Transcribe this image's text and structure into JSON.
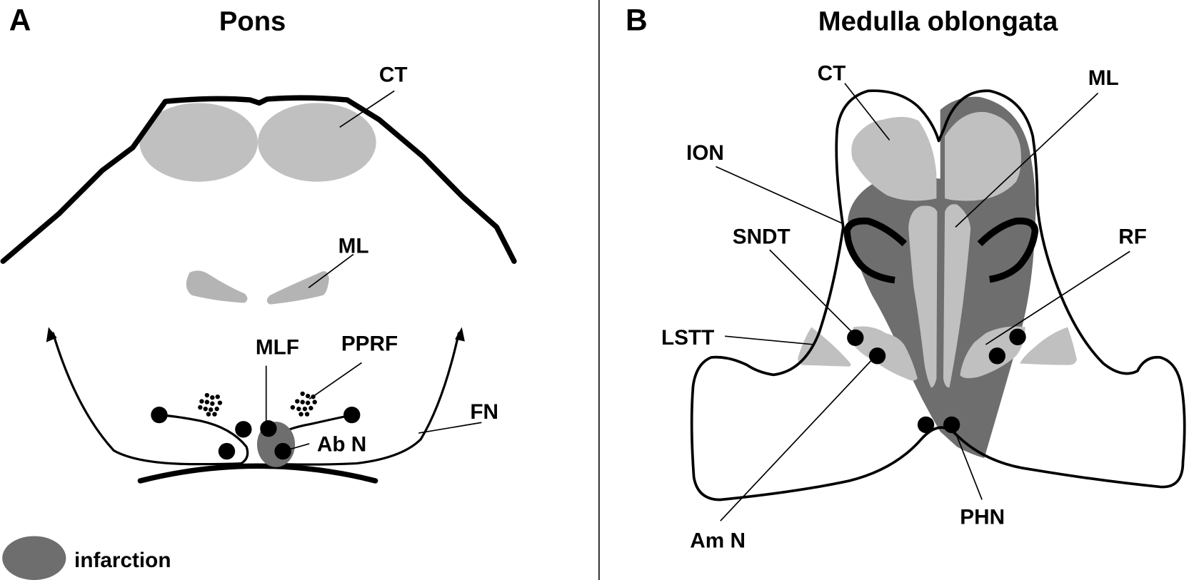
{
  "figure": {
    "colors": {
      "background": "#ffffff",
      "outline": "#000000",
      "light_gray_structure": "#c0c0c0",
      "ml_gray": "#b4b4b4",
      "infarction": "#6e6e6e"
    },
    "panel_a": {
      "letter": "A",
      "title": "Pons",
      "labels": {
        "ct": "CT",
        "ml": "ML",
        "mlf": "MLF",
        "pprf": "PPRF",
        "fn": "FN",
        "abn": "Ab N"
      },
      "legend": {
        "swatch": "infarction-swatch",
        "label": "infarction"
      }
    },
    "panel_b": {
      "letter": "B",
      "title": "Medulla oblongata",
      "labels": {
        "ct": "CT",
        "ml": "ML",
        "ion": "ION",
        "rf": "RF",
        "sndt": "SNDT",
        "lstt": "LSTT",
        "amn": "Am N",
        "phn": "PHN"
      }
    }
  }
}
